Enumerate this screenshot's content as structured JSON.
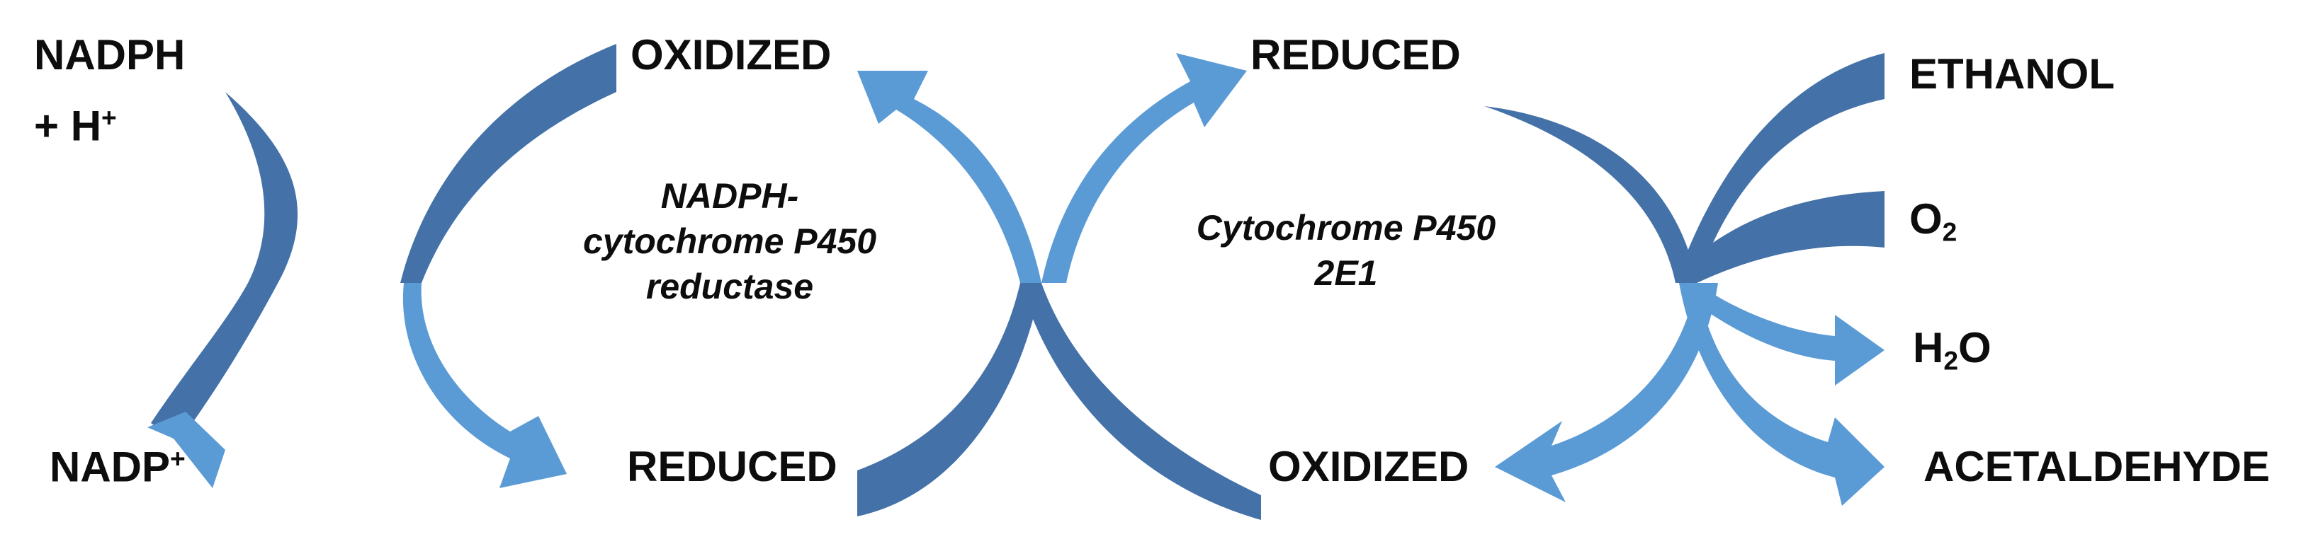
{
  "colors": {
    "dark_arrow": "#4472a8",
    "light_arrow": "#5b9bd5",
    "text": "#0d0d0d"
  },
  "labels": {
    "nadph_line1": "NADPH",
    "nadph_line2": "+ H",
    "nadph_charge": "+",
    "nadp": "NADP",
    "nadp_charge": "+",
    "oxidized_reductase": "OXIDIZED",
    "reduced_reductase": "REDUCED",
    "reduced_p450": "REDUCED",
    "oxidized_p450": "OXIDIZED",
    "ethanol": "ETHANOL",
    "oxygen_base": "O",
    "oxygen_sub": "2",
    "water_base": "H",
    "water_sub": "2",
    "water_end": "O",
    "acetaldehyde": "ACETALDEHYDE"
  },
  "enzymes": {
    "reductase": [
      "NADPH-",
      "cytochrome P450",
      "reductase"
    ],
    "p450": [
      "Cytochrome P450",
      "2E1"
    ]
  }
}
